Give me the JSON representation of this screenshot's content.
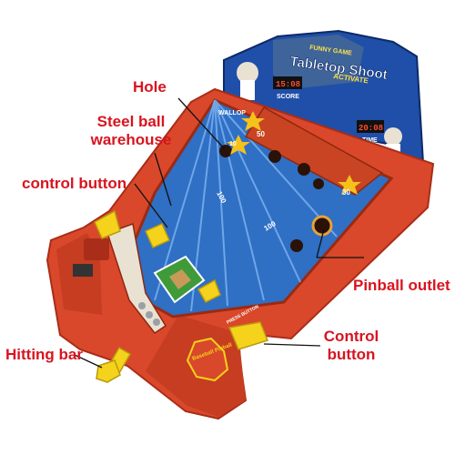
{
  "callouts": {
    "hole": "Hole",
    "steel_ball_line1": "Steel ball",
    "steel_ball_line2": "warehouse",
    "control_button_left": "control button",
    "hitting_bar": "Hitting bar",
    "pinball_outlet": "Pinball outlet",
    "control_button_right_line1": "Control",
    "control_button_right_line2": "button"
  },
  "toy": {
    "banner_top": "FUNNY GAME",
    "banner_title": "Tabletop Shoot",
    "banner_sub": "ACTIVATE",
    "score_label": "SCORE",
    "score_value": "15:08",
    "time_label": "TIME",
    "time_value": "20:08",
    "wallop": "WALLOP",
    "lane_100_a": "100",
    "lane_100_b": "100",
    "lane_50": "50",
    "lane_30": "30",
    "lane_10": "10",
    "badge_text": "Baseball Pinball",
    "button_label": "PRESS BUTTON"
  },
  "colors": {
    "label_red": "#d8141f",
    "body_red": "#d9482a",
    "body_dark": "#a92d18",
    "field_blue": "#2f6fc4",
    "banner_blue": "#1f4fa8",
    "yellow": "#f5d21c",
    "grass": "#3f9a3a"
  }
}
